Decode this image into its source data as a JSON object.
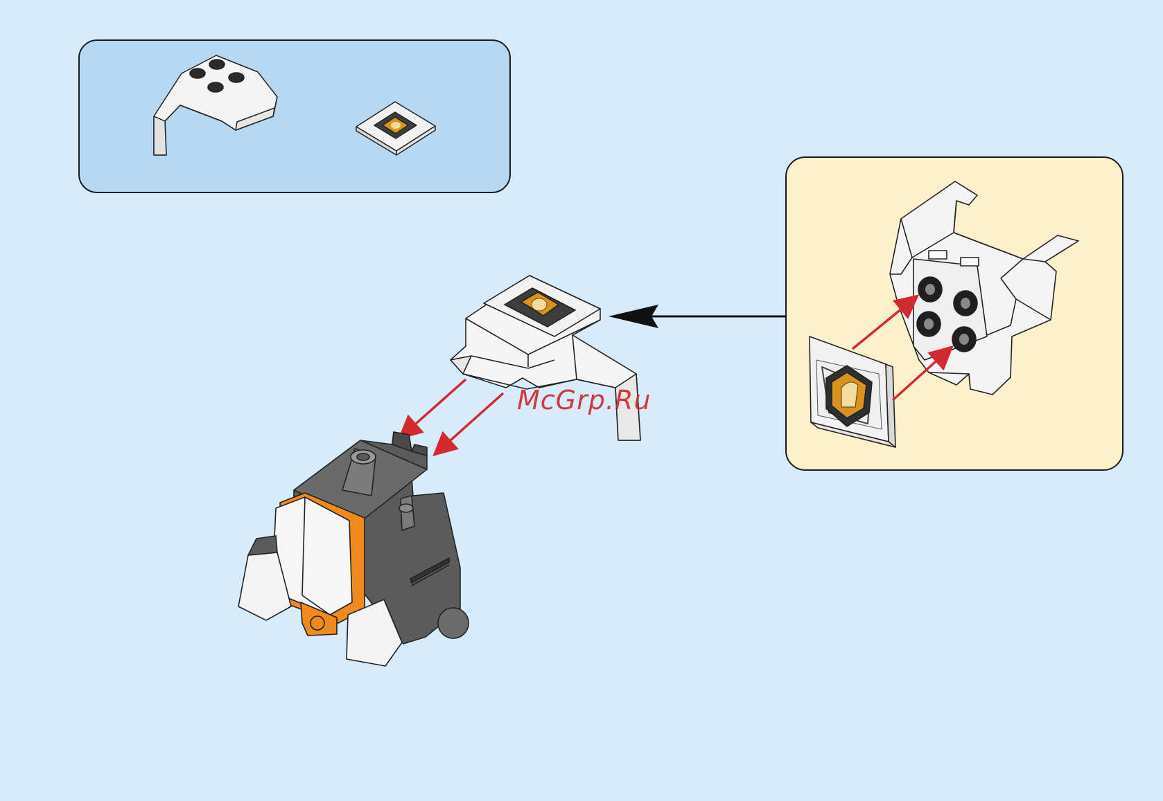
{
  "watermark": {
    "text": "McGrp.Ru"
  },
  "colors": {
    "background": "#d6ebfb",
    "parts_box": "#b7d8f3",
    "subassembly_box": "#fff0cd",
    "arrow_red": "#d22a2f",
    "brick_white": "#f6f6f6",
    "brick_dark": "#5b5b5b",
    "brick_orange": "#f08a1c",
    "emblem_gold": "#d8921e"
  },
  "parts_list": {
    "items": [
      {
        "name": "white-2x2-wing-wedge-piece",
        "quantity": 1
      },
      {
        "name": "1x1-printed-shield-tile",
        "quantity": 1
      }
    ]
  },
  "subassembly": {
    "icon": "tile-onto-studs-callout"
  },
  "main_step": {
    "icon": "attach-wedge-to-body-arrows"
  }
}
